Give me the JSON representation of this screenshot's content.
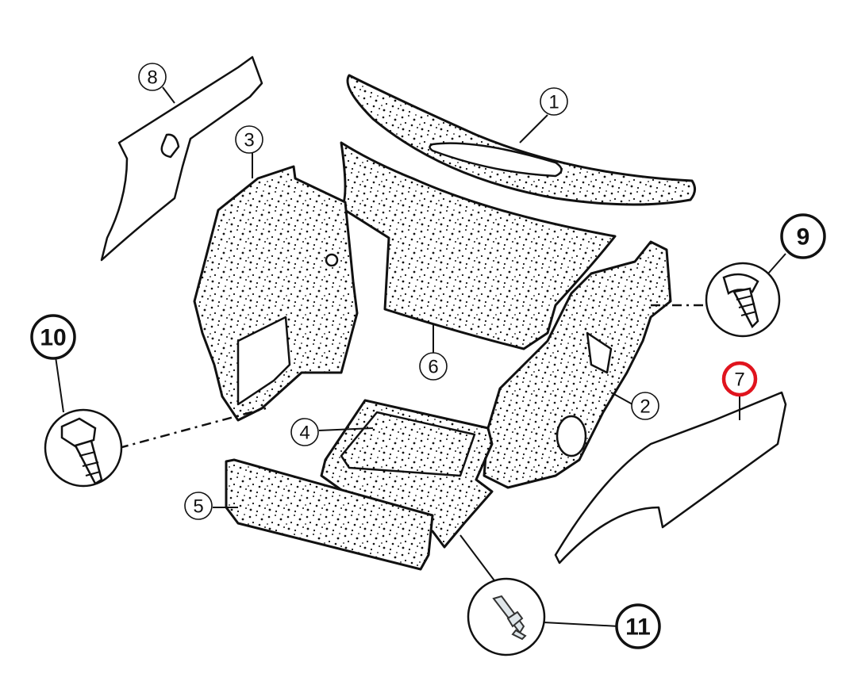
{
  "diagram": {
    "title": "Trunk trim panel exploded view",
    "callouts": [
      {
        "id": "1",
        "label": "1",
        "part": "trunk-lid-liner",
        "style": "plain"
      },
      {
        "id": "2",
        "label": "2",
        "part": "right-side-trim",
        "style": "plain"
      },
      {
        "id": "3",
        "label": "3",
        "part": "left-side-trim",
        "style": "plain"
      },
      {
        "id": "4",
        "label": "4",
        "part": "floor-mat",
        "style": "plain"
      },
      {
        "id": "5",
        "label": "5",
        "part": "rear-panel-trim",
        "style": "plain"
      },
      {
        "id": "6",
        "label": "6",
        "part": "front-bulkhead-trim",
        "style": "plain"
      },
      {
        "id": "7",
        "label": "7",
        "part": "right-sill-trim",
        "style": "highlighted"
      },
      {
        "id": "8",
        "label": "8",
        "part": "left-sill-trim",
        "style": "plain"
      },
      {
        "id": "9",
        "label": "9",
        "part": "screw",
        "style": "bold"
      },
      {
        "id": "10",
        "label": "10",
        "part": "hex-screw",
        "style": "bold"
      },
      {
        "id": "11",
        "label": "11",
        "part": "push-clip",
        "style": "bold"
      }
    ],
    "highlight_color": "#e0141e"
  }
}
